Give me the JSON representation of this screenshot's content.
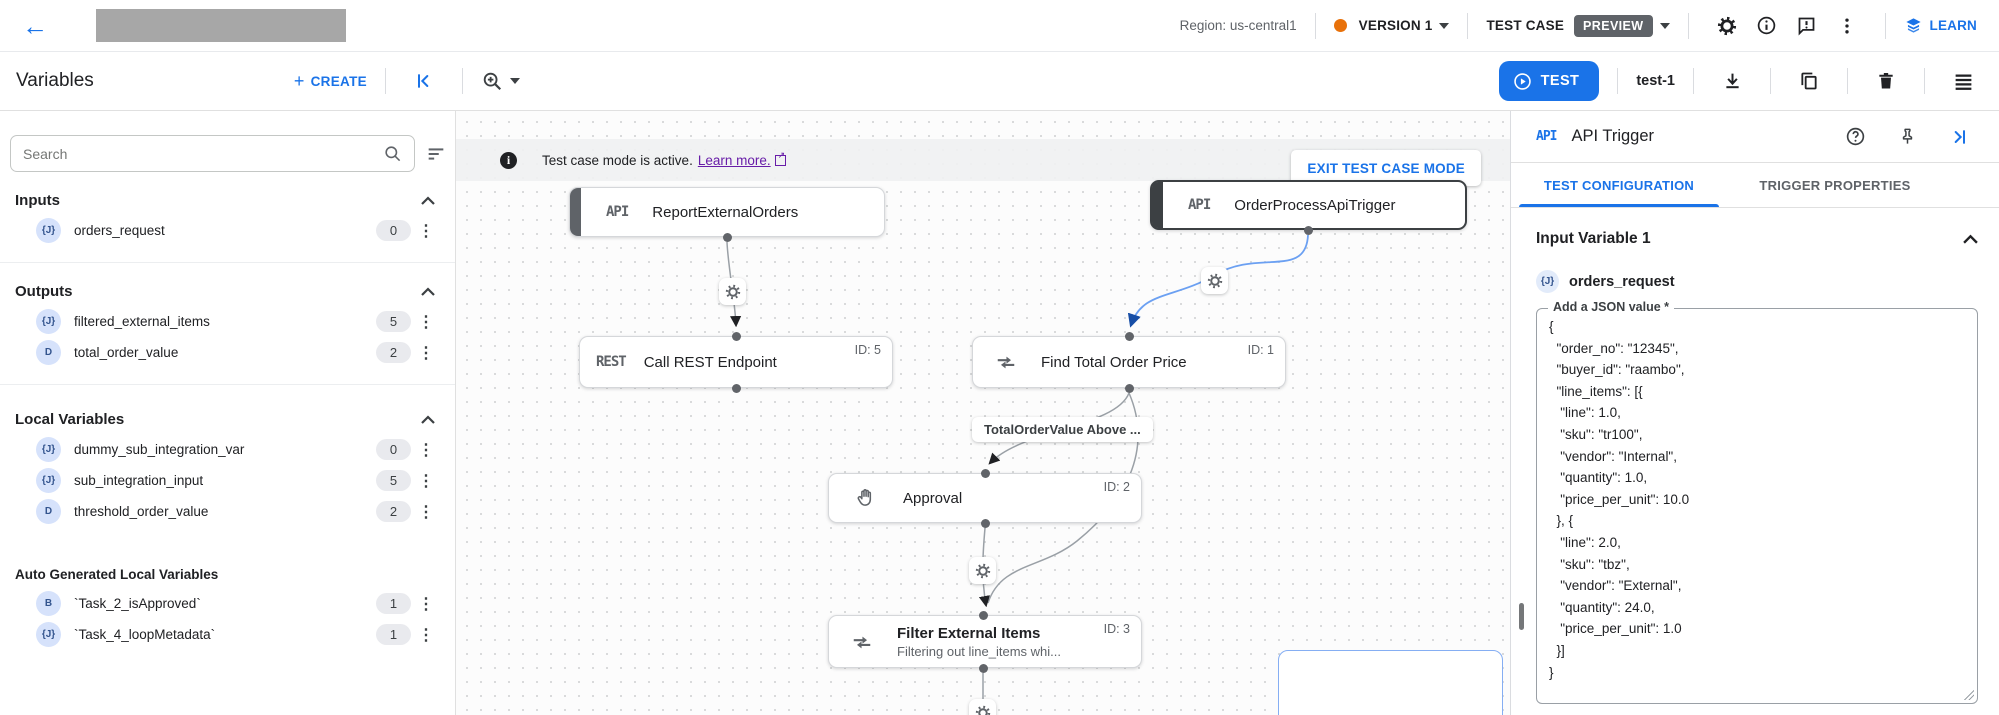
{
  "topbar": {
    "region": "Region: us-central1",
    "version": "VERSION 1",
    "test_case": "TEST CASE",
    "preview": "PREVIEW",
    "learn": "LEARN"
  },
  "toolbar": {
    "title": "Variables",
    "create": "CREATE",
    "test": "TEST",
    "test_name": "test-1"
  },
  "sidebar": {
    "search_placeholder": "Search",
    "groups": [
      {
        "label": "Inputs",
        "items": [
          {
            "type": "{J}",
            "name": "orders_request",
            "count": "0"
          }
        ]
      },
      {
        "label": "Outputs",
        "items": [
          {
            "type": "{J}",
            "name": "filtered_external_items",
            "count": "5"
          },
          {
            "type": "D",
            "name": "total_order_value",
            "count": "2"
          }
        ]
      },
      {
        "label": "Local Variables",
        "items": [
          {
            "type": "{J}",
            "name": "dummy_sub_integration_var",
            "count": "0"
          },
          {
            "type": "{J}",
            "name": "sub_integration_input",
            "count": "5"
          },
          {
            "type": "D",
            "name": "threshold_order_value",
            "count": "2"
          }
        ]
      },
      {
        "label": "Auto Generated Local Variables",
        "items": [
          {
            "type": "B",
            "name": "`Task_2_isApproved`",
            "count": "1"
          },
          {
            "type": "{J}",
            "name": "`Task_4_loopMetadata`",
            "count": "1"
          }
        ]
      }
    ]
  },
  "canvas": {
    "banner": {
      "text": "Test case mode is active.",
      "link": "Learn more.",
      "exit": "EXIT TEST CASE MODE"
    },
    "edge_label": "TotalOrderValue Above ...",
    "nodes": {
      "report": {
        "type": "API",
        "title": "ReportExternalOrders"
      },
      "trigger": {
        "type": "API",
        "title": "OrderProcessApiTrigger"
      },
      "rest": {
        "type": "REST",
        "title": "Call REST Endpoint",
        "id": "ID: 5"
      },
      "find": {
        "title": "Find Total Order Price",
        "id": "ID: 1"
      },
      "approval": {
        "title": "Approval",
        "id": "ID: 2"
      },
      "filter": {
        "title": "Filter External Items",
        "subtitle": "Filtering out line_items whi...",
        "id": "ID: 3"
      }
    }
  },
  "panel": {
    "type_chip": "API",
    "title": "API Trigger",
    "tabs": [
      {
        "label": "TEST CONFIGURATION"
      },
      {
        "label": "TRIGGER PROPERTIES"
      }
    ],
    "section_title": "Input Variable 1",
    "variable": {
      "type": "{J}",
      "name": "orders_request"
    },
    "field_label": "Add a JSON value *",
    "json_value": "{\n  \"order_no\": \"12345\",\n  \"buyer_id\": \"raambo\",\n  \"line_items\": [{\n   \"line\": 1.0,\n   \"sku\": \"tr100\",\n   \"vendor\": \"Internal\",\n   \"quantity\": 1.0,\n   \"price_per_unit\": 10.0\n  }, {\n   \"line\": 2.0,\n   \"sku\": \"tbz\",\n   \"vendor\": \"External\",\n   \"quantity\": 24.0,\n   \"price_per_unit\": 1.0\n  }]\n}"
  },
  "colors": {
    "accent": "#1a73e8",
    "version_dot": "#e8710a",
    "preview_bg": "#5f6368",
    "link_purple": "#681da8"
  }
}
